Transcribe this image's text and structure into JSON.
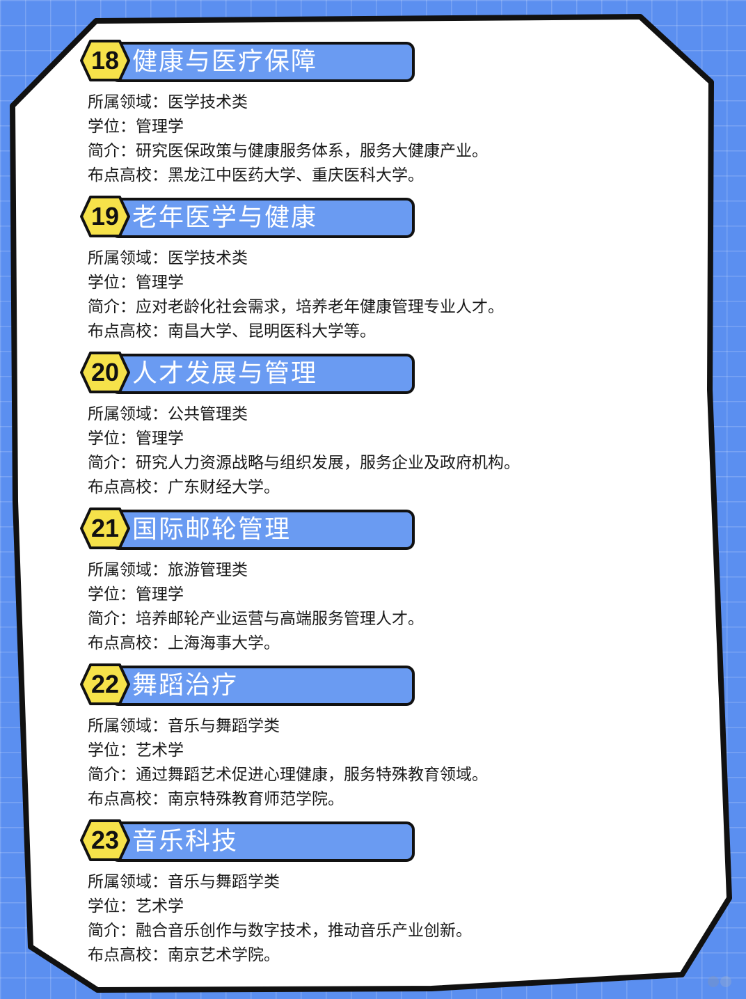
{
  "colors": {
    "background": "#5b8ff0",
    "card": "#ffffff",
    "outline": "#111111",
    "title_bar": "#6a9bf2",
    "badge": "#f6e24a",
    "title_text": "#ffffff",
    "body_text": "#1a1a1a"
  },
  "labels": {
    "field": "所属领域：",
    "degree": "学位：",
    "intro": "简介：",
    "schools": "布点高校："
  },
  "entries": [
    {
      "num": "18",
      "title": "健康与医疗保障",
      "field": "医学技术类",
      "degree": "管理学",
      "intro": "研究医保政策与健康服务体系，服务大健康产业。",
      "schools": "黑龙江中医药大学、重庆医科大学。"
    },
    {
      "num": "19",
      "title": "老年医学与健康",
      "field": "医学技术类",
      "degree": "管理学",
      "intro": "应对老龄化社会需求，培养老年健康管理专业人才。",
      "schools": "南昌大学、昆明医科大学等。"
    },
    {
      "num": "20",
      "title": "人才发展与管理",
      "field": "公共管理类",
      "degree": "管理学",
      "intro": "研究人力资源战略与组织发展，服务企业及政府机构。",
      "schools": "广东财经大学。"
    },
    {
      "num": "21",
      "title": "国际邮轮管理",
      "field": "旅游管理类",
      "degree": "管理学",
      "intro": "培养邮轮产业运营与高端服务管理人才。",
      "schools": "上海海事大学。"
    },
    {
      "num": "22",
      "title": "舞蹈治疗",
      "field": "音乐与舞蹈学类",
      "degree": "艺术学",
      "intro": "通过舞蹈艺术促进心理健康，服务特殊教育领域。",
      "schools": "南京特殊教育师范学院。"
    },
    {
      "num": "23",
      "title": "音乐科技",
      "field": "音乐与舞蹈学类",
      "degree": "艺术学",
      "intro": "融合音乐创作与数字技术，推动音乐产业创新。",
      "schools": "南京艺术学院。"
    }
  ]
}
